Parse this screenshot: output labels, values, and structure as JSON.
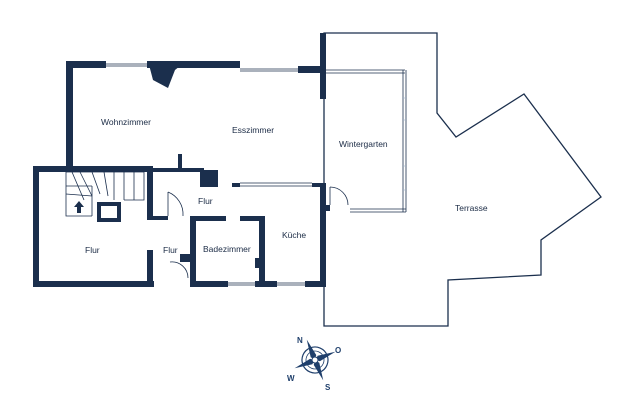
{
  "floor_plan": {
    "wall_color": "#1b2f4d",
    "rooms": {
      "wohnzimmer": "Wohnzimmer",
      "esszimmer": "Esszimmer",
      "wintergarten": "Wintergarten",
      "terrasse": "Terrasse",
      "flur_oben": "Flur",
      "flur_links": "Flur",
      "flur_mitte": "Flur",
      "badezimmer": "Badezimmer",
      "kueche": "Küche"
    },
    "compass": {
      "north": "N",
      "east": "O",
      "south": "S",
      "west": "W",
      "color": "#1f3f6b"
    },
    "icons": [
      "stair-arrow-icon",
      "compass-rose-icon"
    ]
  }
}
